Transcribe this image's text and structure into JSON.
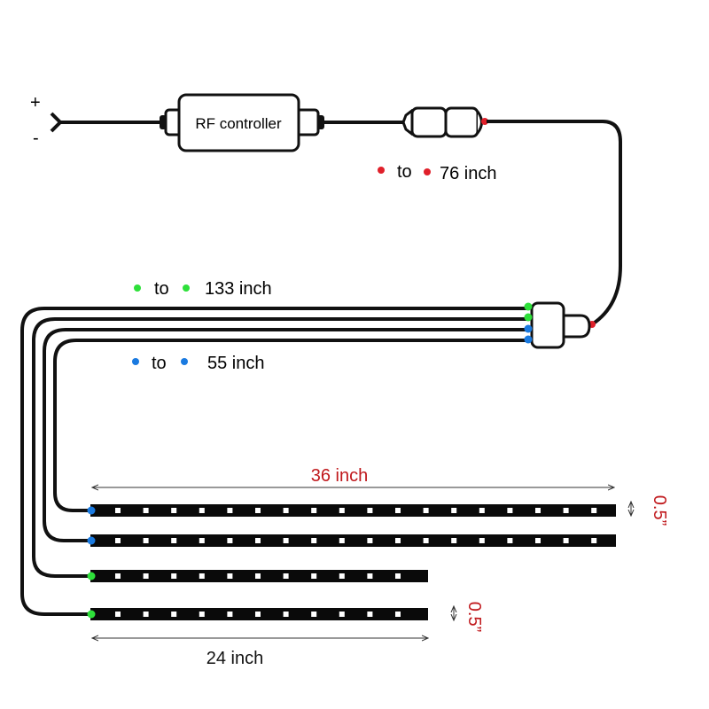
{
  "power": {
    "plus": "+",
    "minus": "-"
  },
  "controller": {
    "label": "RF controller"
  },
  "legend": {
    "red": {
      "to": "to",
      "length": "76 inch"
    },
    "green": {
      "to": "to",
      "length": "133 inch"
    },
    "blue": {
      "to": "to",
      "length": "55 inch"
    }
  },
  "dimensions": {
    "long_length": "36 inch",
    "short_length": "24 inch",
    "width_top": "0.5”",
    "width_bottom": "0.5”"
  },
  "colors": {
    "red": "#e0202a",
    "green": "#2ee03a",
    "blue": "#1a7ae0",
    "dim_red": "#c0181c",
    "wire": "#111111"
  }
}
